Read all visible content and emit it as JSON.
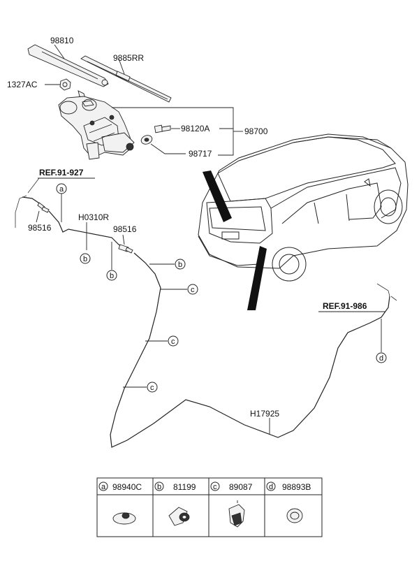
{
  "parts": {
    "wiper_arm": "98810",
    "wiper_blade": "9885RR",
    "nut": "1327AC",
    "bolt": "98120A",
    "motor_assy": "98700",
    "cap": "98717",
    "nozzle_left": "98516",
    "nozzle_right": "98516",
    "hose_short": "H0310R",
    "hose_long": "H17925"
  },
  "references": {
    "ref_left": "REF.91-927",
    "ref_right": "REF.91-986"
  },
  "callouts": {
    "a": "a",
    "b": "b",
    "c": "c",
    "d": "d"
  },
  "legend": [
    {
      "key": "a",
      "part": "98940C"
    },
    {
      "key": "b",
      "part": "81199"
    },
    {
      "key": "c",
      "part": "89087"
    },
    {
      "key": "d",
      "part": "98893B"
    }
  ]
}
